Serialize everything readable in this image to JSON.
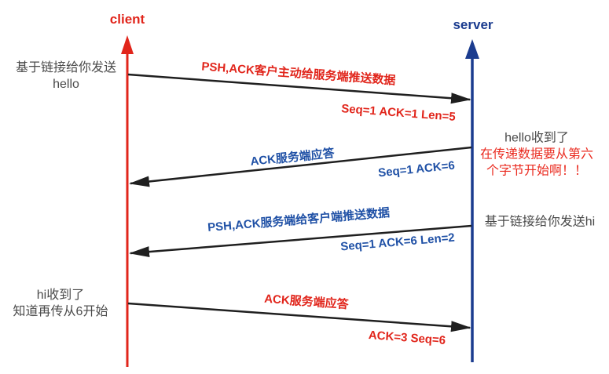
{
  "actors": {
    "client": {
      "label": "client",
      "color": "#e1251b"
    },
    "server": {
      "label": "server",
      "color": "#1b3c8f"
    }
  },
  "messages": [
    {
      "from": "client",
      "to": "server",
      "label": "PSH,ACK客户主动给服务端推送数据",
      "detail": "Seq=1 ACK=1 Len=5",
      "label_color": "#e1251b"
    },
    {
      "from": "server",
      "to": "client",
      "label": "ACK服务端应答",
      "detail": "Seq=1 ACK=6",
      "label_color": "#2051a6"
    },
    {
      "from": "server",
      "to": "client",
      "label": "PSH,ACK服务端给客户端推送数据",
      "detail": "Seq=1 ACK=6 Len=2",
      "label_color": "#2051a6"
    },
    {
      "from": "client",
      "to": "server",
      "label": "ACK服务端应答",
      "detail": "ACK=3 Seq=6",
      "label_color": "#e1251b"
    }
  ],
  "notes": [
    {
      "side": "left",
      "lines": [
        "基于链接给你发送",
        "hello"
      ]
    },
    {
      "side": "right",
      "line1": "hello收到了",
      "red_lines": [
        "在传递数据要从第六",
        "个字节开始啊！！"
      ]
    },
    {
      "side": "right",
      "lines": [
        "基于链接给你发送hi"
      ]
    },
    {
      "side": "left",
      "lines": [
        "hi收到了",
        "知道再传从6开始"
      ]
    }
  ],
  "colors": {
    "client_red": "#e1251b",
    "server_navy": "#1b3c8f",
    "message_blue": "#2051a6",
    "note_gray": "#4a4a4a",
    "arrow_black": "#1f1f1f",
    "background": "#ffffff"
  }
}
